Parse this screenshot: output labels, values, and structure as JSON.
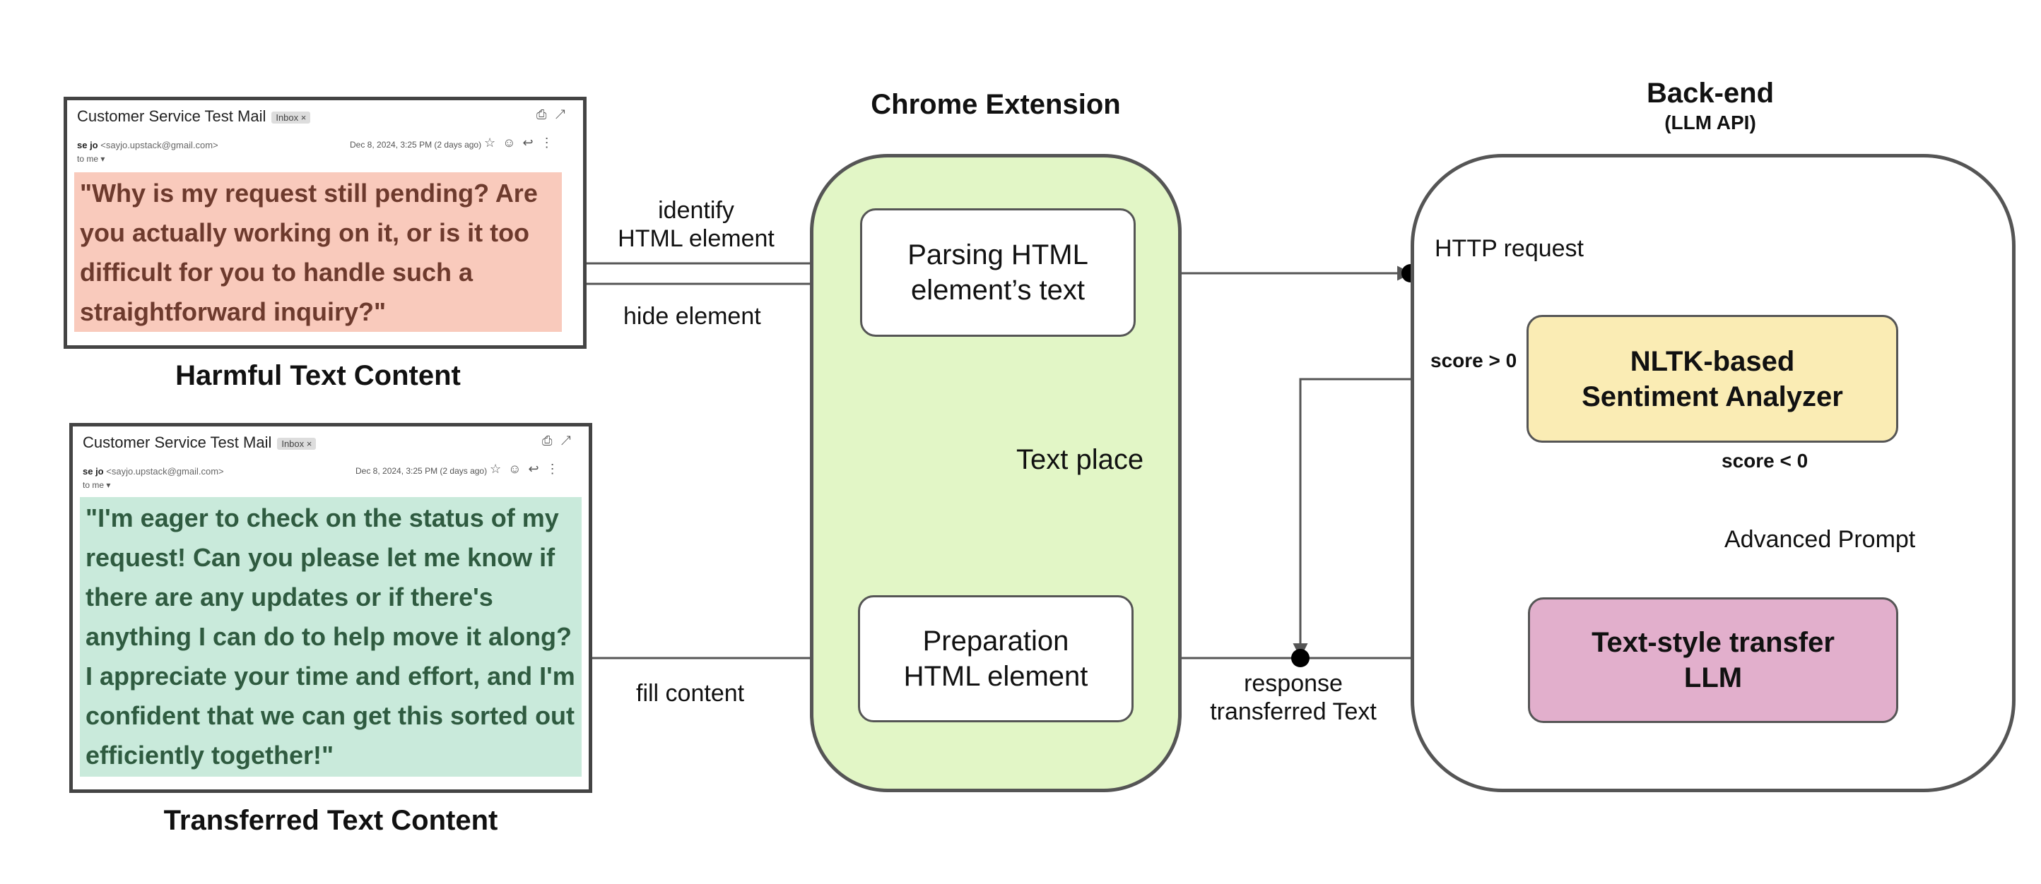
{
  "sections": {
    "extension_title": "Chrome Extension",
    "backend_title": "Back-end",
    "backend_subtitle": "(LLM API)"
  },
  "nodes": {
    "parsing": [
      "Parsing HTML",
      "element’s text"
    ],
    "preparation": [
      "Preparation",
      "HTML element"
    ],
    "nltk": [
      "NLTK-based",
      "Sentiment Analyzer"
    ],
    "llm": [
      "Text-style transfer",
      "LLM"
    ]
  },
  "edges": {
    "identify": [
      "identify",
      "HTML element"
    ],
    "hide": "hide element",
    "http": "HTTP request",
    "score_pos": "score > 0",
    "score_neg": "score < 0",
    "advanced": "Advanced Prompt",
    "text_place": "Text place",
    "response": [
      "response",
      "transferred Text"
    ],
    "fill": "fill content"
  },
  "emails": {
    "harmful": {
      "subject": "Customer Service Test Mail",
      "label": "Inbox ×",
      "sender_name": "se jo",
      "sender_addr": "<sayjo.upstack@gmail.com>",
      "to": "to me ▾",
      "date": "Dec 8, 2024, 3:25 PM (2 days ago)",
      "body": "\"Why is my request still pending? Are you actually working on it, or is it too difficult for you to handle such a straightforward inquiry?\"",
      "caption": "Harmful Text Content"
    },
    "transferred": {
      "subject": "Customer Service Test Mail",
      "label": "Inbox ×",
      "sender_name": "se jo",
      "sender_addr": "<sayjo.upstack@gmail.com>",
      "to": "to me ▾",
      "date": "Dec 8, 2024, 3:25 PM (2 days ago)",
      "body": "\"I'm eager to check on the status of my request! Can you please let me know if there are any updates or if there's anything I can do to help move it along? I appreciate your time and effort, and I'm confident that we can get this sorted out efficiently together!\"",
      "caption": "Transferred Text Content"
    }
  },
  "icons": {
    "print": "print-icon",
    "open": "open-in-new-icon",
    "star": "star-icon",
    "emoji": "emoji-icon",
    "reply": "reply-icon",
    "more": "more-vert-icon"
  },
  "colors": {
    "extension_bg": "#e2f6c6",
    "nltk_bg": "#faecb4",
    "llm_bg": "#e2afcc",
    "harmful_bg": "#f9cabc",
    "transferred_bg": "#c9eadb"
  }
}
